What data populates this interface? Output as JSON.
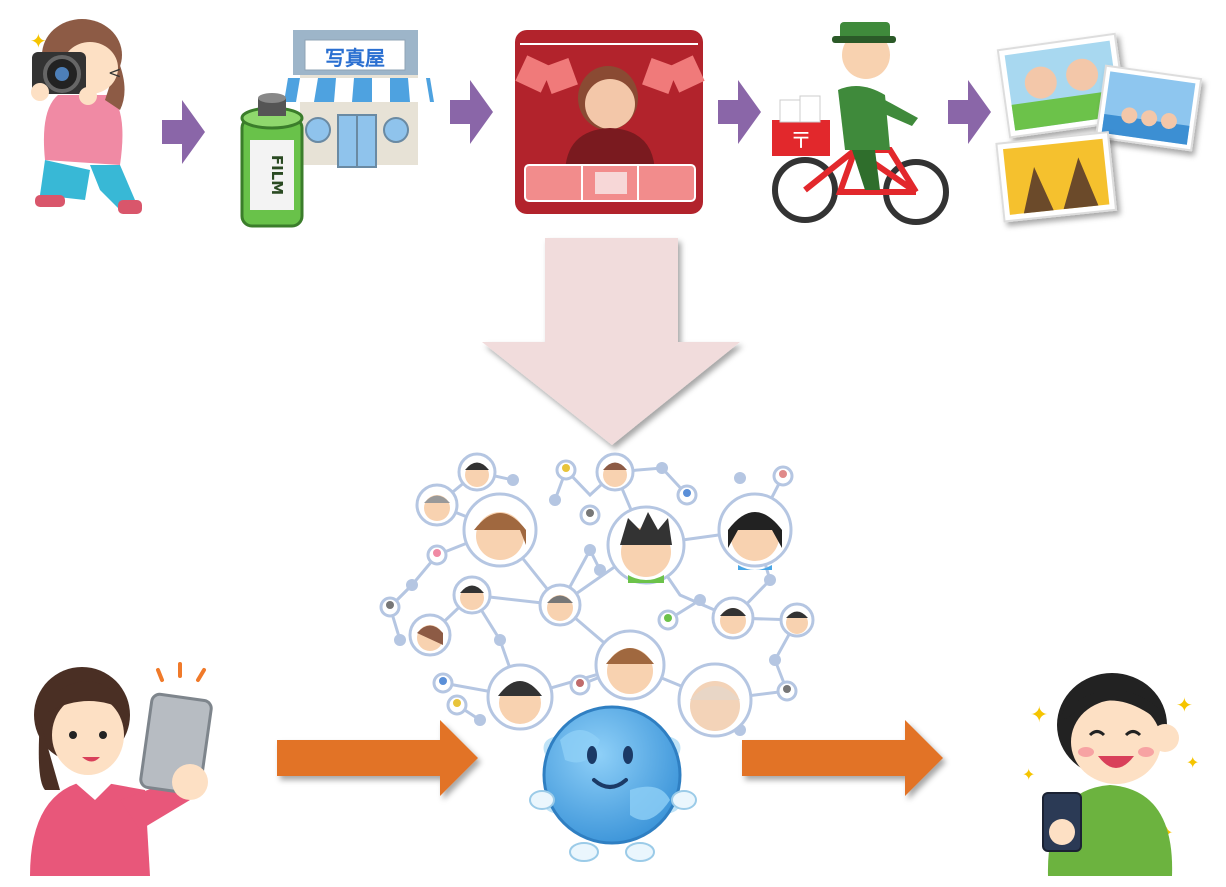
{
  "labels": {
    "photo_shop_sign": "写真屋",
    "film_text": "FILM"
  },
  "colors": {
    "small_arrow": "#8a66a8",
    "big_down_arrow": "#f1dcdc",
    "orange_arrow": "#e27326",
    "network_line": "#b5c6e2",
    "darkroom_bg": "#b2232c",
    "post_red": "#e2282c",
    "globe_blue": "#4aa6e6"
  },
  "icons": {
    "step1": "photographer-with-film-camera",
    "step2": "film-roll-and-photo-shop",
    "step3": "darkroom-developing",
    "step4": "postman-on-bicycle",
    "step5": "printed-photos",
    "bottom_left": "woman-taking-selfie-with-smartphone",
    "bottom_center": "social-network-globe",
    "bottom_right": "happy-man-with-smartphone"
  }
}
